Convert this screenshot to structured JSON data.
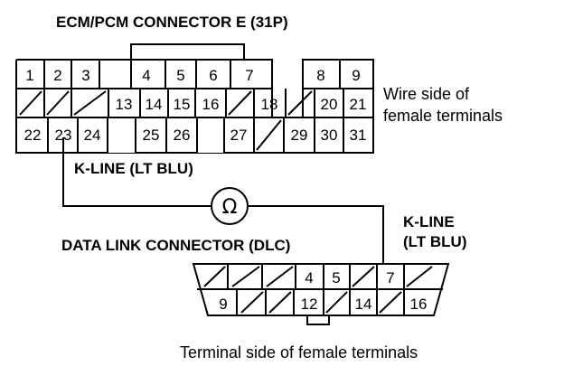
{
  "ecm_connector": {
    "title": "ECM/PCM CONNECTOR E (31P)",
    "note_line1": "Wire side of",
    "note_line2": "female terminals",
    "row1": [
      "1",
      "2",
      "3",
      "4",
      "5",
      "6",
      "7",
      "8",
      "9"
    ],
    "row2": [
      "13",
      "14",
      "15",
      "16",
      "18",
      "20",
      "21"
    ],
    "row3": [
      "22",
      "23",
      "24",
      "25",
      "26",
      "27",
      "29",
      "30",
      "31"
    ]
  },
  "wire_labels": {
    "ecm_side": "K-LINE (LT BLU)",
    "dlc_side_line1": "K-LINE",
    "dlc_side_line2": "(LT BLU)"
  },
  "meter": {
    "symbol": "Ω"
  },
  "dlc_connector": {
    "title": "DATA LINK CONNECTOR (DLC)",
    "note": "Terminal side of female terminals",
    "top_pins": [
      "4",
      "5",
      "7"
    ],
    "bottom_pins": [
      "9",
      "12",
      "14",
      "16"
    ]
  }
}
